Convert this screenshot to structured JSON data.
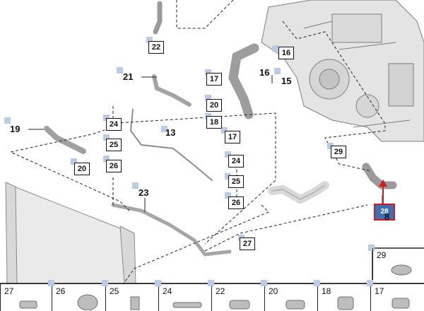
{
  "callouts": {
    "c22": "22",
    "c21": "21",
    "c16a": "16",
    "c16b": "16",
    "c15": "15",
    "c17a": "17",
    "c20a": "20",
    "c18": "18",
    "c17b": "17",
    "c19": "19",
    "c13": "13",
    "c24a": "24",
    "c25a": "25",
    "c26a": "26",
    "c20b": "20",
    "c24b": "24",
    "c25b": "25",
    "c26b": "26",
    "c23": "23",
    "c27": "27",
    "c29": "29",
    "c28": "28",
    "c8": "8"
  },
  "legend": {
    "items": [
      "29",
      "27",
      "26",
      "25",
      "24",
      "22",
      "20",
      "18",
      "17"
    ]
  },
  "colors": {
    "selected_fill": "#3f6fb3",
    "selected_border": "#d21a1a",
    "pin": "#b9cbe6"
  }
}
